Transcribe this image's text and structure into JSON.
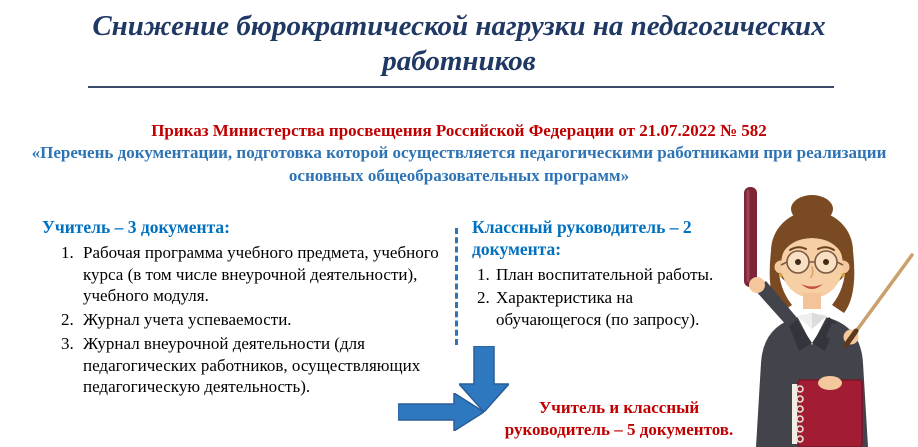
{
  "slide": {
    "title": "Снижение бюрократической нагрузки на педагогических работников",
    "subtitle": {
      "order_line": "Приказ Министерства просвещения Российской Федерации от 21.07.2022 № 582",
      "order_name": "«Перечень документации, подготовка которой осуществляется педагогическими работниками при реализации основных общеобразовательных программ»"
    },
    "teacher_block": {
      "heading": "Учитель – 3 документа:",
      "items": [
        "Рабочая программа учебного предмета, учебного курса (в том числе внеурочной деятельности), учебного модуля.",
        "Журнал учета успеваемости.",
        "Журнал внеурочной деятельности (для педагогических работников, осуществляющих педагогическую деятельность)."
      ]
    },
    "class_teacher_block": {
      "heading": "Классный руководитель – 2 документа:",
      "items": [
        "План воспитательной работы.",
        "Характеристика на обучающегося (по запросу)."
      ]
    },
    "summary": "Учитель и классный руководитель – 5 документов."
  },
  "icons": {
    "down_arrow": "down-arrow-icon",
    "right_arrow": "right-arrow-icon",
    "teacher": "teacher-illustration"
  },
  "colors": {
    "title_navy": "#1f3864",
    "accent_red": "#c00000",
    "heading_blue": "#0070c0",
    "subtitle_blue": "#2e74b5",
    "arrow_blue": "#2e78c0",
    "arrow_border": "#2a5d99",
    "divider_blue": "#2e75b6"
  }
}
